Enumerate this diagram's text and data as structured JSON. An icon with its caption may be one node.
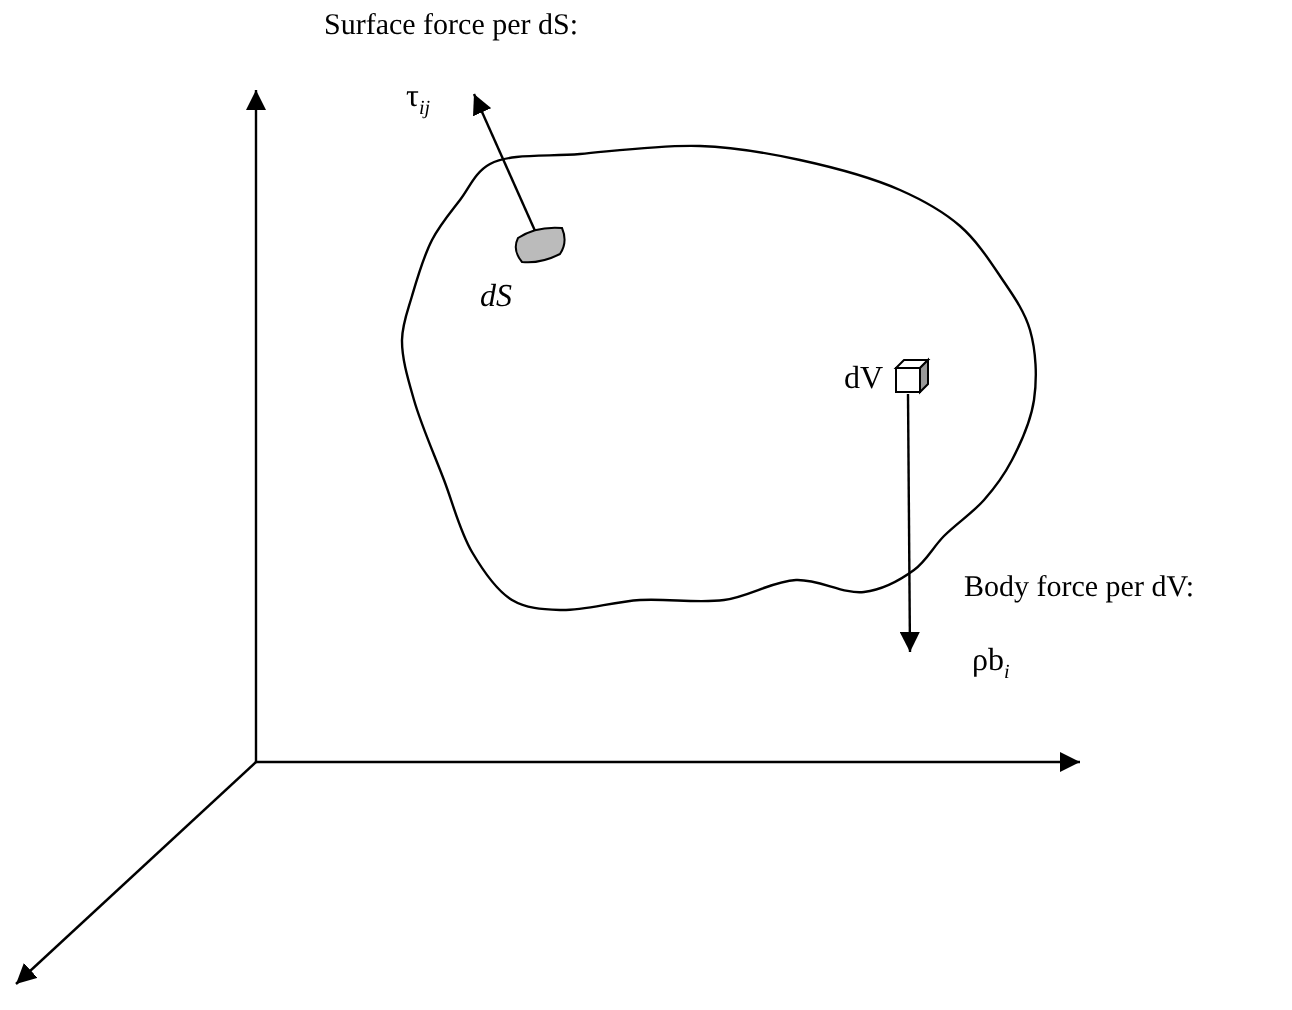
{
  "diagram": {
    "nodes": [
      {
        "text": [],
        "shape": "blob",
        "beside": [
          "dS"
        ]
      },
      {
        "text": [],
        "shape": "cube",
        "beside": [
          "dV"
        ]
      }
    ],
    "edges": [
      {
        "from": 0,
        "to": null,
        "arrow": "to"
      },
      {
        "from": 1,
        "to": null,
        "arrow": "to"
      }
    ],
    "labels": [
      "Surface force per dS:",
      "τ$_{ij}$",
      "Body force per dV:",
      "ρb$_{i}$"
    ]
  }
}
